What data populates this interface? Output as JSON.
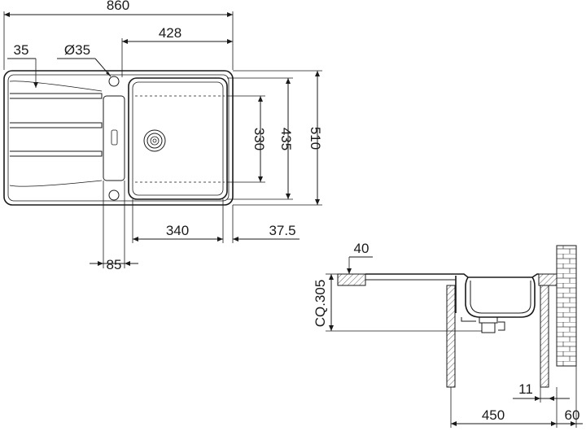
{
  "top_view": {
    "overall_width": "860",
    "bowl_width": "428",
    "drainer_offset": "35",
    "tap_hole": "Ø35",
    "bowl_depth_inner": "330",
    "bowl_depth": "435",
    "overall_depth": "510",
    "bowl_length": "340",
    "bowl_edge_offset": "37.5",
    "drainer_gap": "85"
  },
  "side_view": {
    "rim_height": "40",
    "cabinet_depth": "CQ.305",
    "cabinet_width": "450",
    "wall_gap": "11",
    "wall_offset": "60"
  },
  "colors": {
    "line": "#1a1a1a",
    "background": "#ffffff"
  }
}
